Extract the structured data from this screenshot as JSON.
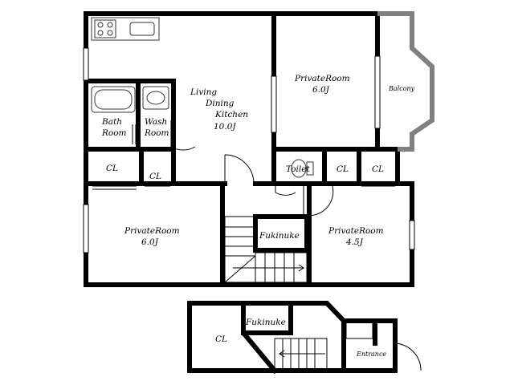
{
  "rooms": {
    "ldk_line1": "Living",
    "ldk_line2": "Dining",
    "ldk_line3": "Kitchen",
    "ldk_size": "10.0J",
    "private_top_name": "PrivateRoom",
    "private_top_size": "6.0J",
    "balcony": "Balcony",
    "bath_line1": "Bath",
    "bath_line2": "Room",
    "wash_line1": "Wash",
    "wash_line2": "Room",
    "cl_left": "CL",
    "cl_small": "CL",
    "toilet": "Toilet",
    "cl_toilet": "CL",
    "cl_right": "CL",
    "private_left_name": "PrivateRoom",
    "private_left_size": "6.0J",
    "fukinuke_upper": "Fukinuke",
    "private_right_name": "PrivateRoom",
    "private_right_size": "4.5J",
    "fukinuke_lower": "Fukinuke",
    "cl_lower": "CL",
    "entrance": "Entrance"
  },
  "colors": {
    "wall": "#000000",
    "balcony_wall": "#808080",
    "fixture": "#333333"
  }
}
